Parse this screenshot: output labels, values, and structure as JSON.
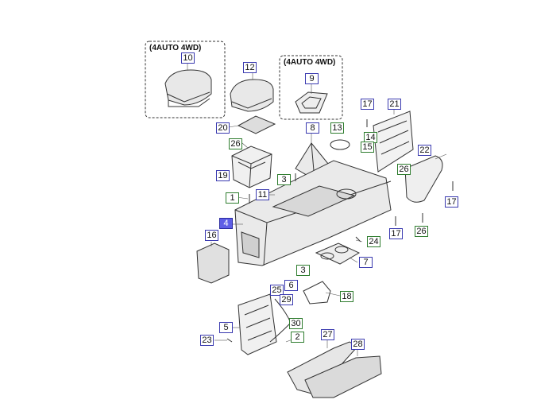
{
  "groups": [
    {
      "label": "(4AUTO 4WD)"
    },
    {
      "label": "(4AUTO 4WD)"
    }
  ],
  "callouts": [
    {
      "num": "10",
      "color": "blue"
    },
    {
      "num": "12",
      "color": "blue"
    },
    {
      "num": "9",
      "color": "blue"
    },
    {
      "num": "17",
      "color": "blue"
    },
    {
      "num": "21",
      "color": "blue"
    },
    {
      "num": "20",
      "color": "blue"
    },
    {
      "num": "8",
      "color": "blue"
    },
    {
      "num": "13",
      "color": "green"
    },
    {
      "num": "14",
      "color": "green"
    },
    {
      "num": "15",
      "color": "green"
    },
    {
      "num": "26",
      "color": "green"
    },
    {
      "num": "22",
      "color": "blue"
    },
    {
      "num": "26",
      "color": "green"
    },
    {
      "num": "19",
      "color": "blue"
    },
    {
      "num": "3",
      "color": "green"
    },
    {
      "num": "1",
      "color": "green"
    },
    {
      "num": "11",
      "color": "blue"
    },
    {
      "num": "17",
      "color": "blue"
    },
    {
      "num": "4",
      "color": "blue",
      "highlight": true
    },
    {
      "num": "16",
      "color": "blue"
    },
    {
      "num": "17",
      "color": "blue"
    },
    {
      "num": "26",
      "color": "green"
    },
    {
      "num": "24",
      "color": "green"
    },
    {
      "num": "7",
      "color": "blue"
    },
    {
      "num": "3",
      "color": "green"
    },
    {
      "num": "6",
      "color": "blue"
    },
    {
      "num": "25",
      "color": "blue"
    },
    {
      "num": "18",
      "color": "green"
    },
    {
      "num": "29",
      "color": "blue"
    },
    {
      "num": "5",
      "color": "blue"
    },
    {
      "num": "30",
      "color": "green"
    },
    {
      "num": "23",
      "color": "blue"
    },
    {
      "num": "2",
      "color": "green"
    },
    {
      "num": "27",
      "color": "blue"
    },
    {
      "num": "28",
      "color": "blue"
    }
  ]
}
